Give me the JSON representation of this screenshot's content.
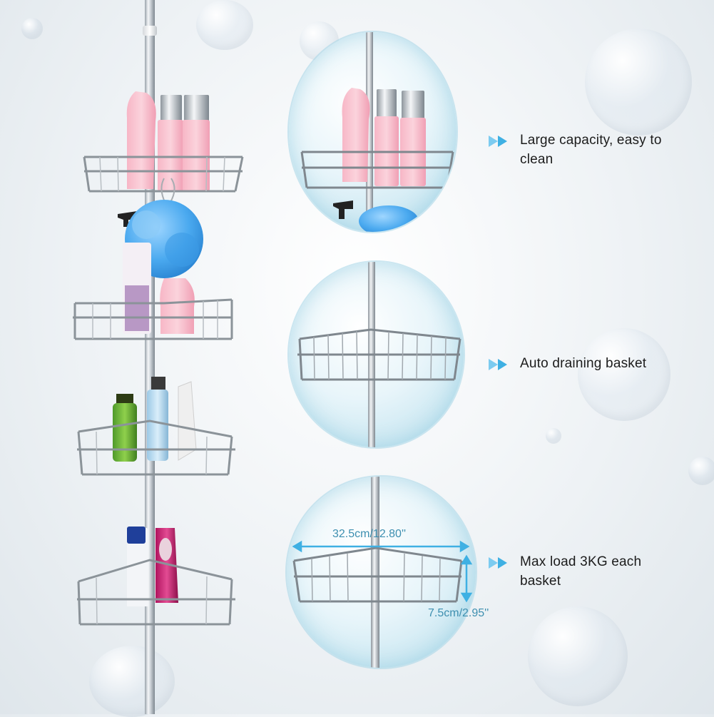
{
  "product": {
    "name": "shower-caddy-tension-pole"
  },
  "features": [
    {
      "icon": "double-arrow-icon",
      "text": "Large capacity, easy to clean"
    },
    {
      "icon": "double-arrow-icon",
      "text": "Auto draining basket"
    },
    {
      "icon": "double-arrow-icon",
      "text": "Max load 3KG each basket"
    }
  ],
  "dimensions": {
    "width_label": "32.5cm/12.80''",
    "height_label": "7.5cm/2.95''"
  },
  "colors": {
    "accent": "#3fb0e3",
    "text": "#1c1c1c",
    "dimension": "#3e8fb0"
  }
}
